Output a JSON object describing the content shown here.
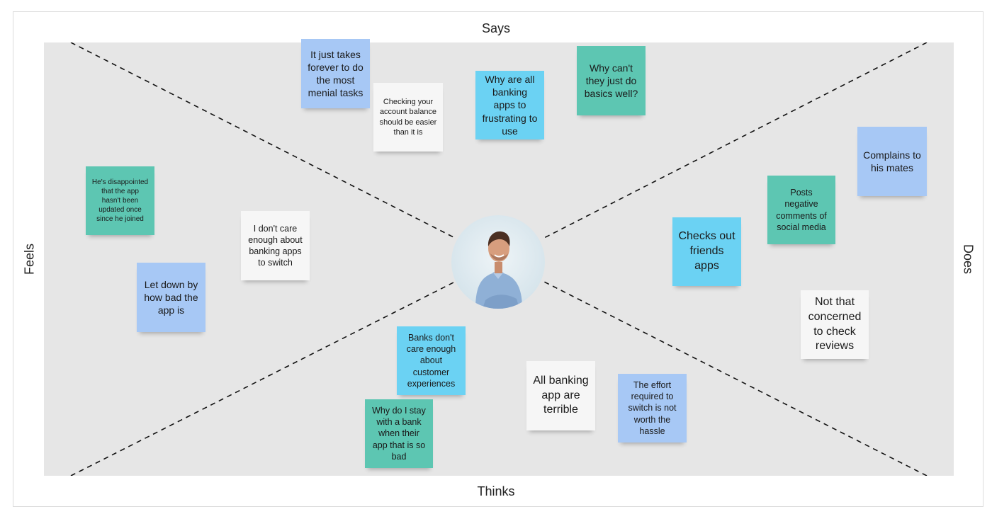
{
  "labels": {
    "says": "Says",
    "thinks": "Thinks",
    "feels": "Feels",
    "does": "Does"
  },
  "colors": {
    "board": "#e6e6e6",
    "blue": "#a7c8f5",
    "cyan": "#6bd2f3",
    "teal": "#5dc6b2",
    "white": "#f6f6f6"
  },
  "notes": [
    {
      "id": "n1",
      "text": "It just takes forever to do the most menial tasks",
      "color": "blue"
    },
    {
      "id": "n2",
      "text": "Checking your account balance should be easier than it is",
      "color": "white"
    },
    {
      "id": "n3",
      "text": "Why are all banking apps to frustrating to use",
      "color": "cyan"
    },
    {
      "id": "n4",
      "text": "Why can't they just do basics well?",
      "color": "teal"
    },
    {
      "id": "n5",
      "text": "He's disappointed that the app hasn't been updated once since he joined",
      "color": "teal"
    },
    {
      "id": "n6",
      "text": "I don't care enough about banking apps to switch",
      "color": "white"
    },
    {
      "id": "n7",
      "text": "Let down by how bad the app is",
      "color": "blue"
    },
    {
      "id": "n8",
      "text": "Complains to his mates",
      "color": "blue"
    },
    {
      "id": "n9",
      "text": "Posts negative comments of social media",
      "color": "teal"
    },
    {
      "id": "n10",
      "text": "Checks out friends apps",
      "color": "cyan"
    },
    {
      "id": "n11",
      "text": "Not that concerned to check reviews",
      "color": "white"
    },
    {
      "id": "n12",
      "text": "Banks don't care enough about customer experiences",
      "color": "cyan"
    },
    {
      "id": "n13",
      "text": "Why do I stay with a bank when their app that is so bad",
      "color": "teal"
    },
    {
      "id": "n14",
      "text": "All banking app are terrible",
      "color": "white"
    },
    {
      "id": "n15",
      "text": "The effort required to switch is not worth the hassle",
      "color": "blue"
    }
  ]
}
